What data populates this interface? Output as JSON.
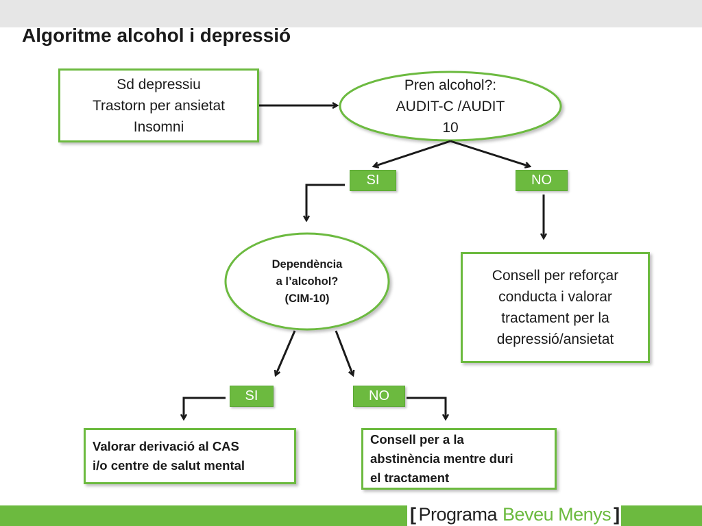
{
  "slide": {
    "title": "Algoritme alcohol i depressió"
  },
  "nodes": {
    "symptoms": {
      "lines": [
        "Sd depressiu",
        "Trastorn per ansietat",
        "Insomni"
      ]
    },
    "alcohol_question": {
      "lines": [
        "Pren alcohol?:",
        "AUDIT-C /AUDIT",
        "10"
      ]
    },
    "dependence_question": {
      "lines": [
        "Dependència",
        "a l’alcohol?",
        "(CIM-10)"
      ]
    },
    "advice_reinforce": {
      "lines": [
        "Consell per reforçar",
        "conducta i valorar",
        "tractament per la",
        "depressió/ansietat"
      ]
    },
    "refer_cas": {
      "lines": [
        "Valorar derivació al CAS",
        "i/o centre de salut mental"
      ]
    },
    "advice_abstinence": {
      "lines": [
        "Consell per a la",
        "abstinència mentre duri",
        "el tractament"
      ]
    }
  },
  "branches": {
    "first_yes": "SI",
    "first_no": "NO",
    "second_yes": "SI",
    "second_no": "NO"
  },
  "footer": {
    "bracket_open": "[",
    "program": "Programa",
    "name": "Beveu Menys",
    "bracket_close": "]"
  },
  "colors": {
    "accent_green": "#6cba3f",
    "top_band_gray": "#e6e6e6",
    "arrow": "#1a1a1a"
  }
}
